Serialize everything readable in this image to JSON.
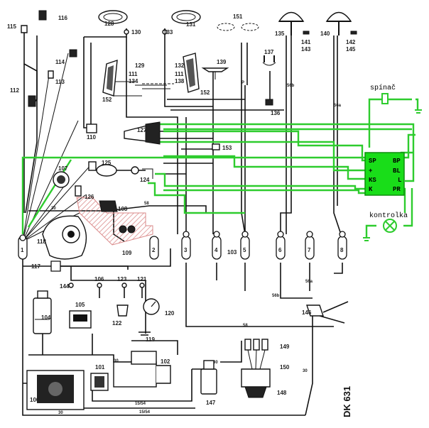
{
  "labels": {
    "spinac": "spínač",
    "kontrolka": "kontrolka",
    "drawing_id": "DK 631"
  },
  "module_pins": {
    "sp": "SP",
    "plus": "+",
    "ks": "KS",
    "k": "K",
    "bp": "BP",
    "bl": "BL",
    "l": "L",
    "pr": "PR"
  },
  "component_numbers": {
    "c100": "100",
    "c101": "101",
    "c102": "102",
    "c103": "103",
    "c104": "104",
    "c105": "105",
    "c106": "106",
    "c107": "107",
    "c108": "108",
    "c109": "109",
    "c110": "110",
    "c111a": "111",
    "c111b": "111",
    "c112": "112",
    "c113": "113",
    "c114": "114",
    "c115": "115",
    "c116": "116",
    "c117": "117",
    "c118": "118",
    "c119": "119",
    "c120": "120",
    "c121": "121",
    "c122": "122",
    "c123": "123",
    "c124": "124",
    "c125": "125",
    "c126": "126",
    "c127": "127",
    "c128": "128",
    "c129": "129",
    "c130": "130",
    "c131": "131",
    "c132": "132",
    "c133": "133",
    "c134": "134",
    "c135": "135",
    "c136": "136",
    "c137": "137",
    "c138": "138",
    "c139": "139",
    "c140": "140",
    "c141": "141",
    "c142": "142",
    "c143": "143",
    "c144": "144",
    "c145": "145",
    "c146": "146",
    "c147": "147",
    "c148": "148",
    "c149": "149",
    "c150": "150",
    "c151": "151",
    "c152a": "152",
    "c152b": "152",
    "c153": "153"
  },
  "connector_numbers": [
    "1",
    "2",
    "3",
    "4",
    "5",
    "6",
    "7",
    "8"
  ],
  "wire_labels": {
    "w30a": "30",
    "w30b": "30",
    "w30c": "30",
    "w30d": "30",
    "w30e": "30",
    "w58a": "58",
    "w58b": "58",
    "w56a": "56a",
    "w56b": "56b",
    "w56c": "56b",
    "w56d": "56a",
    "w15a": "15/54",
    "w15b": "15/54",
    "wp": "P"
  },
  "colors": {
    "wire": "#111111",
    "added_wiring": "#2ecc2e",
    "module_fill": "#19dd19",
    "hatch": "#d98888"
  }
}
